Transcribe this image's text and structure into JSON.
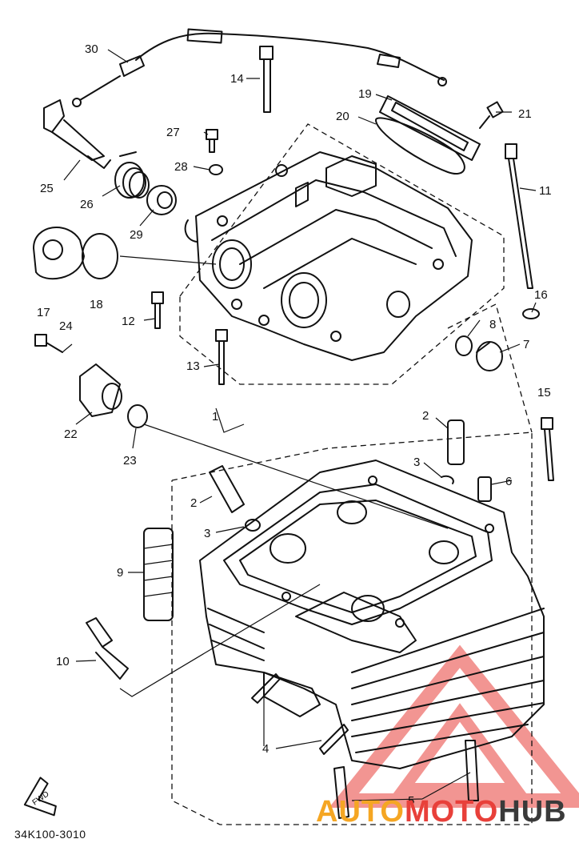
{
  "diagram": {
    "code": "34K100-3010",
    "fwd_label": "FWD",
    "callouts": [
      "1",
      "2",
      "2",
      "3",
      "3",
      "4",
      "5",
      "6",
      "7",
      "8",
      "9",
      "10",
      "11",
      "12",
      "13",
      "14",
      "15",
      "16",
      "17",
      "18",
      "19",
      "20",
      "21",
      "22",
      "23",
      "24",
      "25",
      "26",
      "27",
      "28",
      "29",
      "30"
    ]
  },
  "watermark": {
    "part1": "AUTO",
    "part2": "MOTO",
    "part3": "HUB",
    "colors": {
      "auto": "#f5a623",
      "moto": "#e8403a",
      "hub": "#3a3a3a",
      "triangle": "#e8403a"
    }
  }
}
